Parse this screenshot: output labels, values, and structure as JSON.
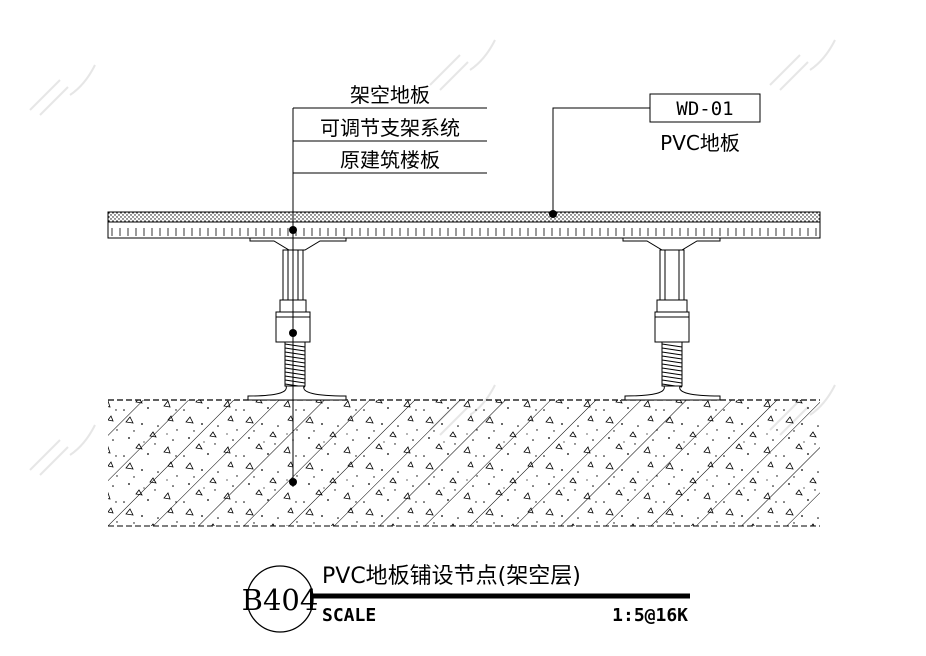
{
  "callouts_left": [
    "架空地板",
    "可调节支架系统",
    "原建筑楼板"
  ],
  "callout_right": {
    "code": "WD-01",
    "material": "PVC地板"
  },
  "title_block": {
    "id": "B404",
    "title": "PVC地板铺设节点(架空层)",
    "scale_label": "SCALE",
    "scale_value": "1:5@16K"
  },
  "colors": {
    "line": "#000000",
    "background": "#ffffff"
  }
}
